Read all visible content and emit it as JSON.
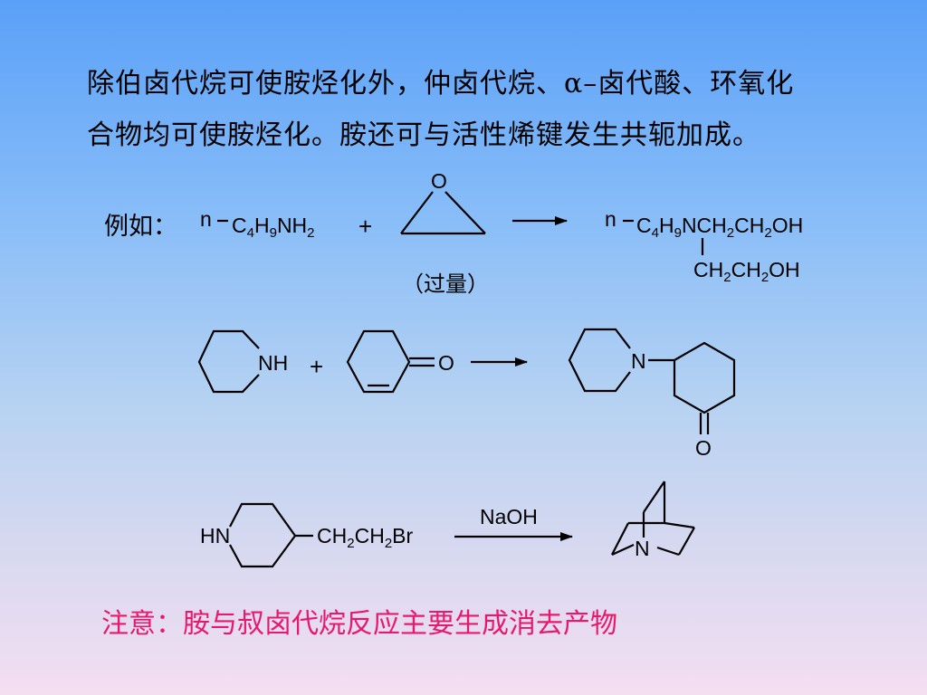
{
  "intro": {
    "line1": "除伯卤代烷可使胺烃化外，仲卤代烷、α–卤代酸、环氧化",
    "line2": "合物均可使胺烃化。胺还可与活性烯键发生共轭加成。"
  },
  "example": {
    "label": "例如：",
    "reactant_prefix": "n",
    "reactant_c": "C",
    "reactant_c_sub": "4",
    "reactant_h": "H",
    "reactant_h_sub": "9",
    "reactant_nh": "NH",
    "reactant_nh_sub": "2",
    "plus": "+",
    "epoxide_o": "O",
    "excess_label": "（过量）",
    "product_prefix": "n",
    "product_line1_parts": [
      "C",
      "4",
      "H",
      "9",
      "NCH",
      "2",
      "CH",
      "2",
      "OH"
    ],
    "product_line2_parts": [
      "CH",
      "2",
      "CH",
      "2",
      "OH"
    ]
  },
  "reaction2": {
    "piperidine_nh": "NH",
    "plus": "+",
    "enone_o": "O",
    "product_n": "N",
    "product_o": "O"
  },
  "reaction3": {
    "reactant_hn": "HN",
    "chain_parts": [
      "CH",
      "2",
      "CH",
      "2",
      "Br"
    ],
    "reagent": "NaOH",
    "product_n": "N"
  },
  "note": "注意：胺与叔卤代烷反应主要生成消去产物"
}
